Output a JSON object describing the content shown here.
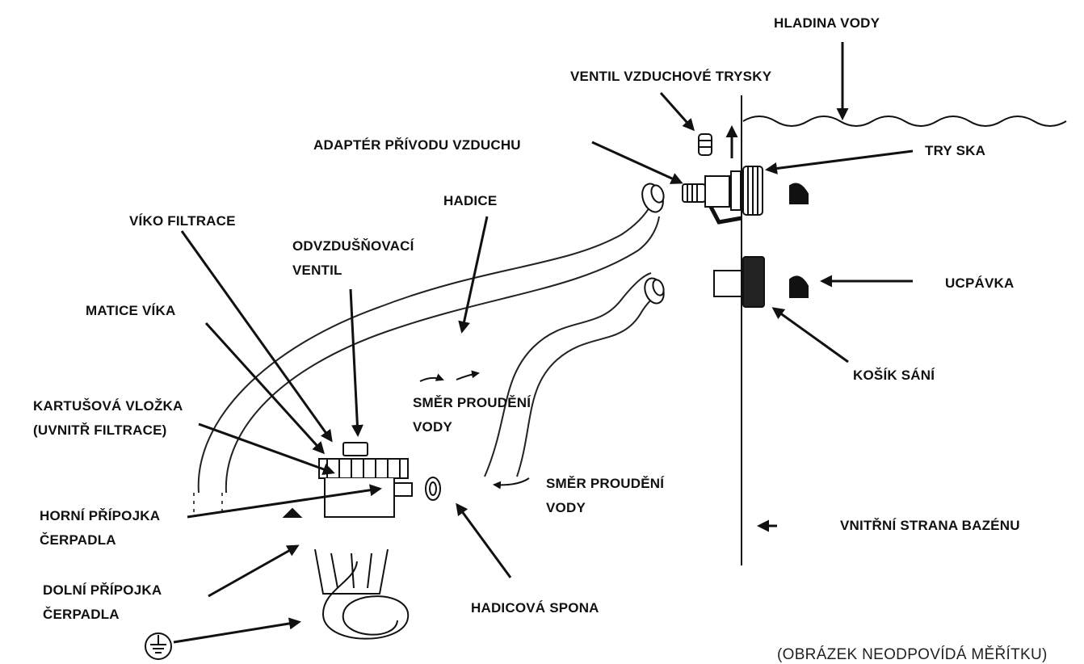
{
  "labels": {
    "water_level": "HLADINA VODY",
    "air_jet_valve": "VENTIL VZDUCHOVÉ TRYSKY",
    "air_intake_adapter": "ADAPTÉR PŘÍVODU VZDUCHU",
    "jet": "TRY SKA",
    "hose": "HADICE",
    "filter_lid": "VÍKO FILTRACE",
    "bleed_valve_1": "ODVZDUŠŇOVACÍ",
    "bleed_valve_2": "VENTIL",
    "lid_nut": "MATICE VÍKA",
    "plug": "UCPÁVKA",
    "strainer": "KOŠÍK SÁNÍ",
    "cartridge_1": "KARTUŠOVÁ VLOŽKA",
    "cartridge_2": "(UVNITŘ FILTRACE)",
    "flow_1_line1": "SMĚR PROUDĚNÍ",
    "flow_1_line2": "VODY",
    "flow_2_line1": "SMĚR PROUDĚNÍ",
    "flow_2_line2": "VODY",
    "upper_pump_conn_1": "HORNÍ PŘÍPOJKA",
    "upper_pump_conn_2": "ČERPADLA",
    "pool_inside": "VNITŘNÍ STRANA BAZÉNU",
    "lower_pump_conn_1": "DOLNÍ PŘÍPOJKA",
    "lower_pump_conn_2": "ČERPADLA",
    "hose_clamp": "HADICOVÁ SPONA",
    "scale_note": "(OBRÁZEK NEODPOVÍDÁ MĚŘÍTKU)"
  },
  "icons": {
    "ground": "ground-symbol-icon"
  }
}
